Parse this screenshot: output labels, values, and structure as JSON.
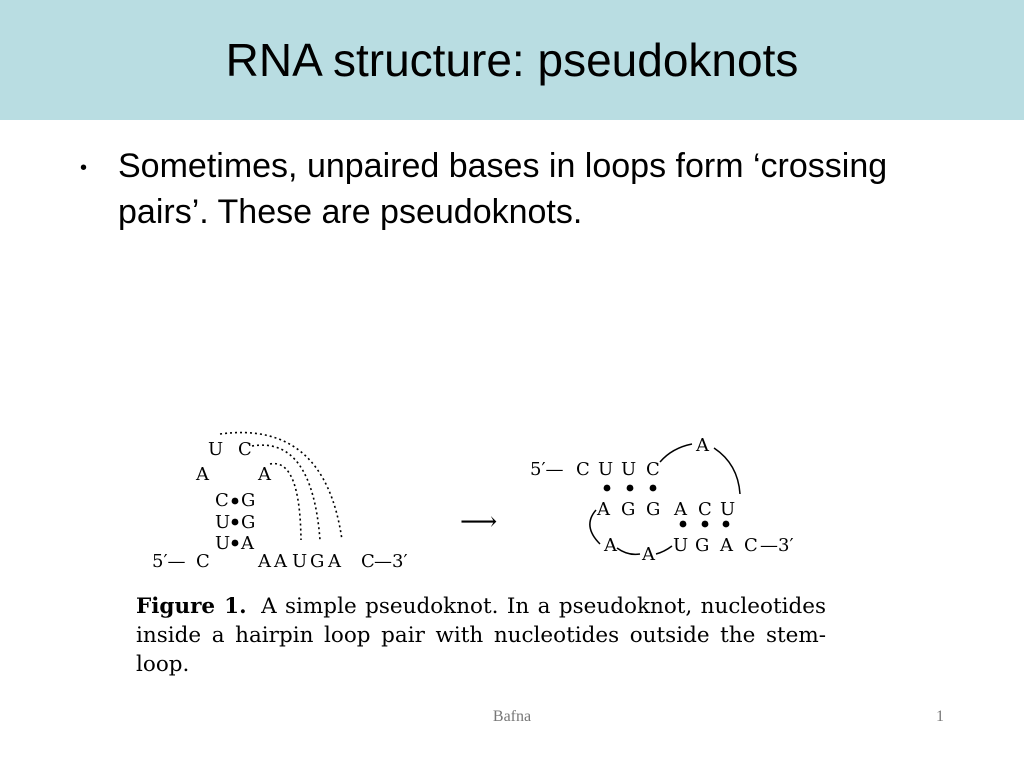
{
  "slide": {
    "title": "RNA structure: pseudoknots",
    "bullets": [
      {
        "marker": "•",
        "text": "Sometimes, unpaired bases in loops form ‘crossing pairs’. These are pseudoknots."
      }
    ]
  },
  "figure": {
    "left_structure": {
      "loop_top": [
        "U",
        "C"
      ],
      "loop_sides": [
        "A",
        "A"
      ],
      "stem_pairs": [
        {
          "left": "C",
          "pair": "•",
          "right": "G"
        },
        {
          "left": "U",
          "pair": "•",
          "right": "G"
        },
        {
          "left": "U",
          "pair": "•",
          "right": "A"
        }
      ],
      "five_prime": "5′—",
      "first_base": "C",
      "tail_bases": [
        "A",
        "A",
        "U",
        "G",
        "A",
        "C"
      ],
      "three_prime": "—3′"
    },
    "arrow": "⟶",
    "right_structure": {
      "five_prime": "5′—",
      "top_row": [
        "C",
        "U",
        "U",
        "C"
      ],
      "loop_apex": "A",
      "middle_row": [
        "A",
        "G",
        "G",
        "A",
        "C",
        "U"
      ],
      "bottom_left": [
        "A",
        "A"
      ],
      "bottom_row": [
        "U",
        "G",
        "A",
        "C"
      ],
      "three_prime": "—3′",
      "pair_dot": "•"
    },
    "caption_label": "Figure 1.",
    "caption_text": "A simple pseudoknot. In a pseudoknot, nucleotides inside a hairpin loop pair with nucleotides outside the stem-loop."
  },
  "footer": {
    "author": "Bafna",
    "page_number": "1"
  }
}
